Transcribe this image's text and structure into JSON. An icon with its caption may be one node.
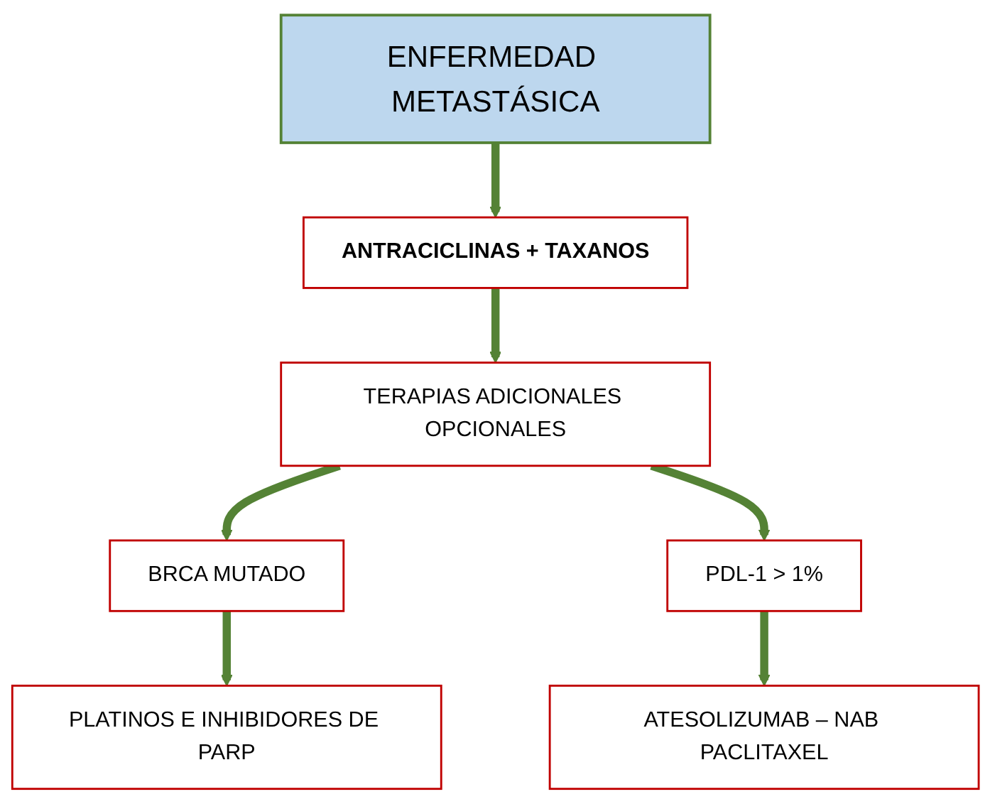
{
  "diagram": {
    "nodes": [
      {
        "text": [
          "ENFERMEDAD METASTÁSICA"
        ]
      },
      {
        "text": [
          "ANTRACICLINAS + TAXANOS"
        ]
      },
      {
        "text": [
          "TERAPIAS ADICIONALES OPCIONALES"
        ]
      },
      {
        "text": [
          "BRCA MUTADO"
        ]
      },
      {
        "text": [
          "PDL-1 > 1%"
        ]
      },
      {
        "text": [
          "PLATINOS E INHIBIDORES DE PARP"
        ]
      },
      {
        "text": [
          "ATESOLIZUMAB – NAB PACLITAXEL"
        ]
      }
    ],
    "edges": [
      {
        "from": 0,
        "to": 1,
        "arrow": "to"
      },
      {
        "from": 1,
        "to": 2,
        "arrow": "to"
      },
      {
        "from": 2,
        "to": 3,
        "arrow": "to"
      },
      {
        "from": 2,
        "to": 4,
        "arrow": "to"
      },
      {
        "from": 3,
        "to": 5,
        "arrow": "to"
      },
      {
        "from": 4,
        "to": 6,
        "arrow": "to"
      }
    ]
  }
}
